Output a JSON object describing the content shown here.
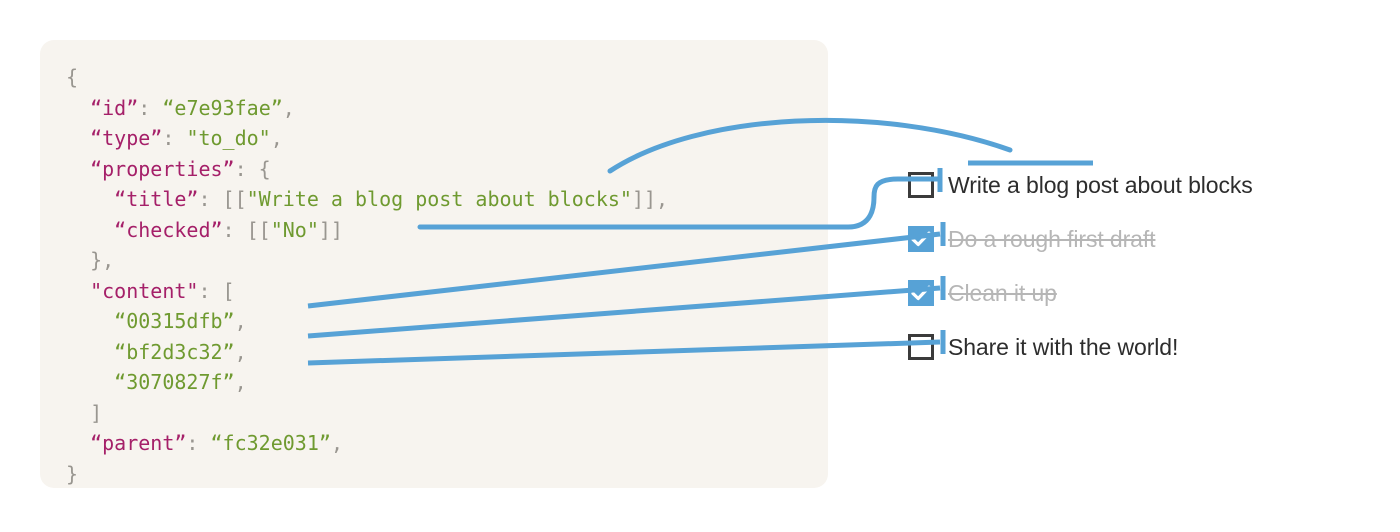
{
  "json_panel": {
    "background_color": "#f7f4ef",
    "lines": [
      {
        "indent": 0,
        "parts": [
          {
            "t": "{",
            "c": "punct"
          }
        ]
      },
      {
        "indent": 1,
        "parts": [
          {
            "t": "“id”",
            "c": "key"
          },
          {
            "t": ": ",
            "c": "punct"
          },
          {
            "t": "“e7e93fae”",
            "c": "str"
          },
          {
            "t": ",",
            "c": "punct"
          }
        ]
      },
      {
        "indent": 1,
        "parts": [
          {
            "t": "“type”",
            "c": "key"
          },
          {
            "t": ": ",
            "c": "punct"
          },
          {
            "t": "\"to_do\"",
            "c": "str"
          },
          {
            "t": ",",
            "c": "punct"
          }
        ]
      },
      {
        "indent": 1,
        "parts": [
          {
            "t": "“properties”",
            "c": "key"
          },
          {
            "t": ": {",
            "c": "punct"
          }
        ]
      },
      {
        "indent": 2,
        "parts": [
          {
            "t": "“title”",
            "c": "key"
          },
          {
            "t": ": [[",
            "c": "punct"
          },
          {
            "t": "\"Write a blog post about blocks\"",
            "c": "str"
          },
          {
            "t": "]],",
            "c": "punct"
          }
        ]
      },
      {
        "indent": 2,
        "parts": [
          {
            "t": "“checked”",
            "c": "key"
          },
          {
            "t": ": [[",
            "c": "punct"
          },
          {
            "t": "\"No\"",
            "c": "str"
          },
          {
            "t": "]]",
            "c": "punct"
          }
        ]
      },
      {
        "indent": 1,
        "parts": [
          {
            "t": "},",
            "c": "punct"
          }
        ]
      },
      {
        "indent": 1,
        "parts": [
          {
            "t": "\"content\"",
            "c": "key"
          },
          {
            "t": ": [",
            "c": "punct"
          }
        ]
      },
      {
        "indent": 2,
        "parts": [
          {
            "t": "“00315dfb”",
            "c": "str"
          },
          {
            "t": ",",
            "c": "punct"
          }
        ]
      },
      {
        "indent": 2,
        "parts": [
          {
            "t": "“bf2d3c32”",
            "c": "str"
          },
          {
            "t": ",",
            "c": "punct"
          }
        ]
      },
      {
        "indent": 2,
        "parts": [
          {
            "t": "“3070827f”",
            "c": "str"
          },
          {
            "t": ",",
            "c": "punct"
          }
        ]
      },
      {
        "indent": 1,
        "parts": [
          {
            "t": "]",
            "c": "punct"
          }
        ]
      },
      {
        "indent": 1,
        "parts": [
          {
            "t": "“parent”",
            "c": "key"
          },
          {
            "t": ": ",
            "c": "punct"
          },
          {
            "t": "“fc32e031”",
            "c": "str"
          },
          {
            "t": ",",
            "c": "punct"
          }
        ]
      },
      {
        "indent": 0,
        "parts": [
          {
            "t": "}",
            "c": "punct"
          }
        ]
      }
    ],
    "key_color": "#a52069",
    "string_color": "#6f9a30",
    "punct_color": "#999690"
  },
  "todo_list": {
    "items": [
      {
        "label": "Write a blog post about blocks",
        "checked": false,
        "checkbox_icon": "checkbox-empty-icon"
      },
      {
        "label": "Do a rough first draft",
        "checked": true,
        "checkbox_icon": "checkbox-checked-icon"
      },
      {
        "label": "Clean it up",
        "checked": true,
        "checkbox_icon": "checkbox-checked-icon"
      },
      {
        "label": "Share it with the world!",
        "checked": false,
        "checkbox_icon": "checkbox-empty-icon"
      }
    ],
    "checked_fill_color": "#57a2d6",
    "unchecked_border_color": "#3b3b3b",
    "label_color": "#2d2d2d",
    "done_label_color": "#b6b6b6"
  },
  "connectors": {
    "color": "#57a2d6",
    "stroke_width": 5,
    "descriptions": [
      "title-value-to-first-item-curve",
      "checked-value-to-first-checkbox-line",
      "content-0-to-second-item-line",
      "content-1-to-third-item-line",
      "content-2-to-fourth-item-line"
    ]
  }
}
